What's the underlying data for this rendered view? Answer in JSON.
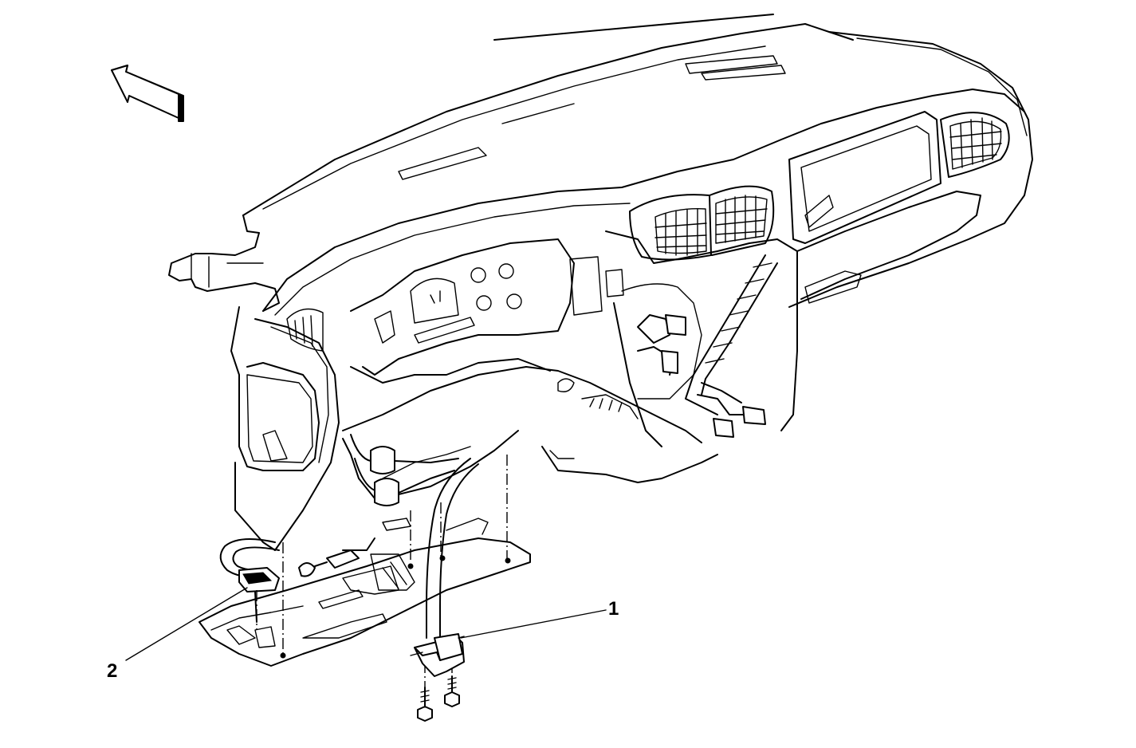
{
  "callouts": [
    {
      "id": "1",
      "label": "1"
    },
    {
      "id": "2",
      "label": "2"
    }
  ],
  "colors": {
    "ink": "#000000",
    "background": "#ffffff"
  },
  "icons": [
    "forward-direction-arrow-icon"
  ]
}
